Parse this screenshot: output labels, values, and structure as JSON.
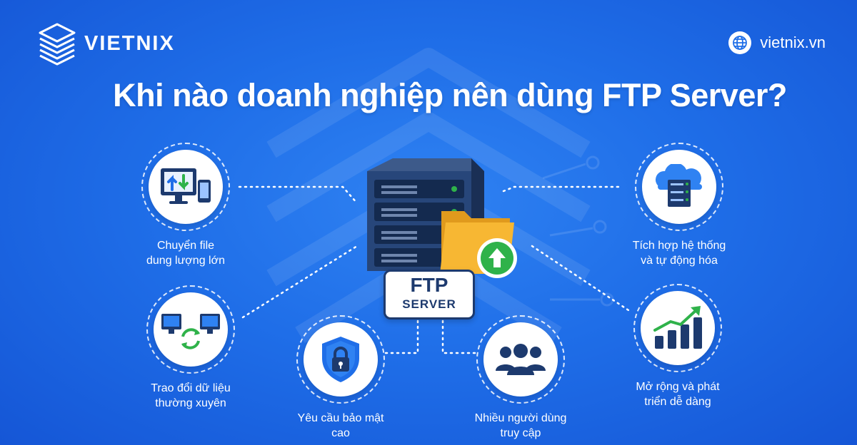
{
  "brand": {
    "name": "VIETNIX",
    "website": "vietnix.vn"
  },
  "title": "Khi nào doanh nghiệp nên dùng FTP Server?",
  "center": {
    "line1": "FTP",
    "line2": "SERVER"
  },
  "features": {
    "transfer": {
      "line1": "Chuyển file",
      "line2": "dung lượng lớn",
      "icon": "monitor-transfer-icon"
    },
    "exchange": {
      "line1": "Trao đổi dữ liệu",
      "line2": "thường xuyên",
      "icon": "sync-computers-icon"
    },
    "security": {
      "line1": "Yêu cầu bảo mật",
      "line2": "cao",
      "icon": "shield-lock-icon"
    },
    "users": {
      "line1": "Nhiều người dùng",
      "line2": "truy cập",
      "icon": "users-group-icon"
    },
    "integration": {
      "line1": "Tích hợp hệ thống",
      "line2": "và tự động hóa",
      "icon": "cloud-server-icon"
    },
    "scale": {
      "line1": "Mở rộng và phát",
      "line2": "triển dễ dàng",
      "icon": "growth-chart-icon"
    }
  },
  "colors": {
    "primary": "#1f6ee8",
    "navy": "#1d3a6e",
    "folder": "#f7b733",
    "green": "#2fb24a"
  }
}
